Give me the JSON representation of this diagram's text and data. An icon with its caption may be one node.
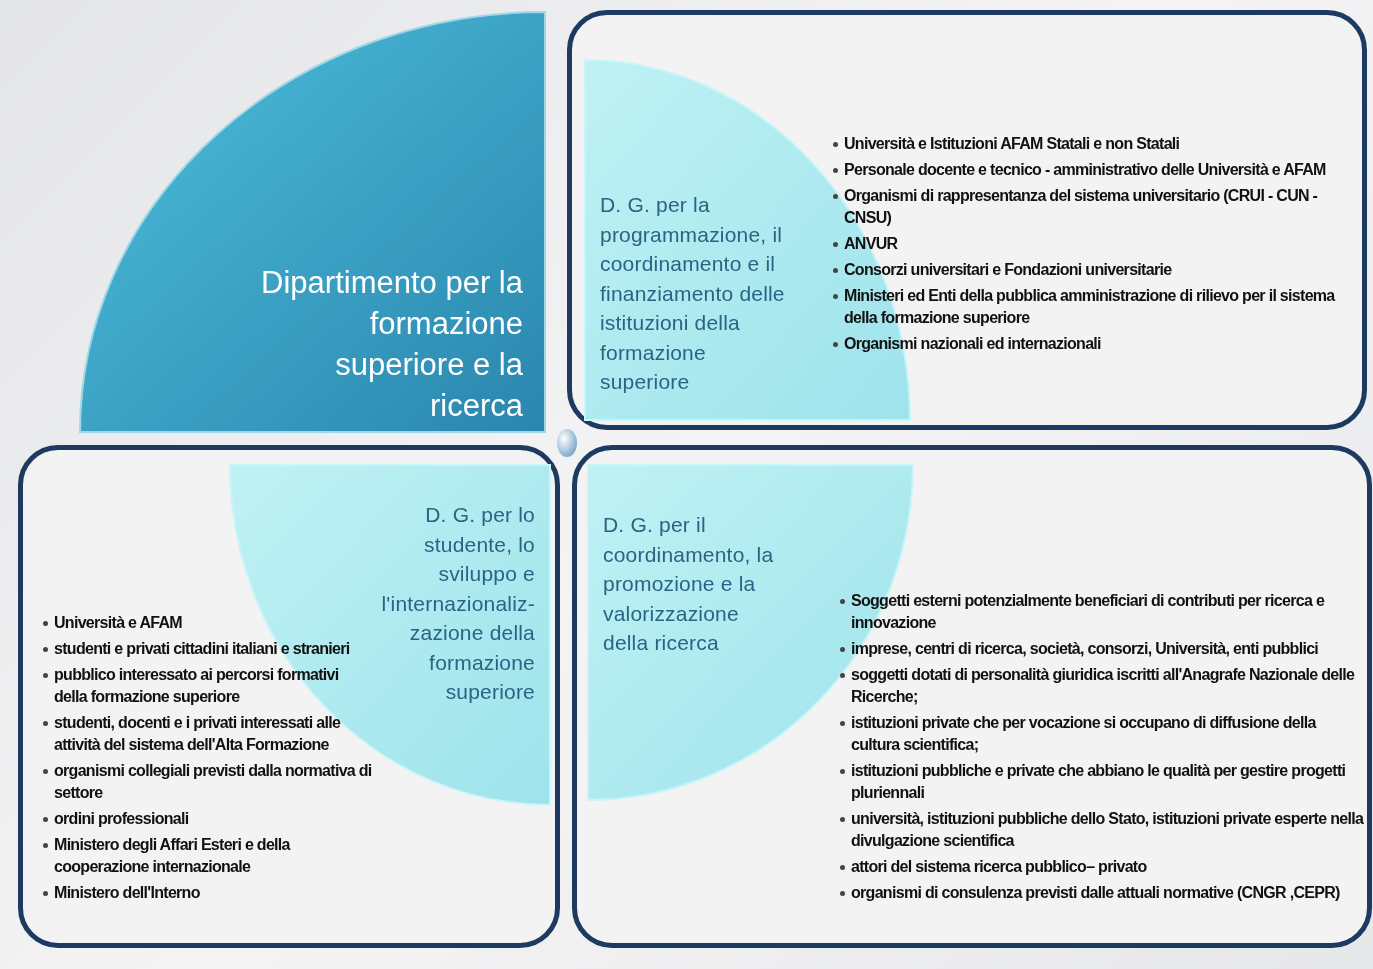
{
  "diagram": {
    "nodes": [
      {
        "text": [
          "Dipartimento per la formazione superiore e la ricerca"
        ]
      },
      {
        "text": [
          "Università e Istituzioni AFAM Statali e non Statali",
          "Personale docente e tecnico - amministrativo delle Università e AFAM",
          "Organismi di rappresentanza del sistema universitario (CRUI - CUN - CNSU)",
          "ANVUR",
          "Consorzi universitari e Fondazioni universitarie",
          "Ministeri ed Enti della pubblica amministrazione di rilievo per il sistema della formazione superiore",
          "Organismi nazionali ed internazionali"
        ]
      },
      {
        "text": [
          "D. G. per la programmazione, il coordinamento e il finanziamento delle istituzioni della formazione superiore"
        ],
        "in": 1
      },
      {
        "text": [
          "Università e AFAM",
          "studenti e privati cittadini italiani e stranieri",
          "pubblico interessato ai percorsi formativi della formazione superiore",
          "studenti, docenti e i privati interessati alle attività del sistema dell'Alta Formazione",
          "organismi collegiali  previsti dalla normativa di settore",
          "ordini professionali",
          "Ministero degli Affari Esteri e della cooperazione internazionale",
          "Ministero dell'Interno"
        ]
      },
      {
        "text": [
          "D. G. per lo studente, lo sviluppo e l'internazionaliz-zazione della formazione superiore"
        ],
        "in": 3
      },
      {
        "text": [
          "Soggetti esterni potenzialmente beneficiari di contributi  per ricerca e innovazione",
          "imprese, centri di ricerca, società, consorzi, Università, enti pubblici",
          "soggetti dotati di personalità giuridica iscritti all'Anagrafe Nazionale delle Ricerche;",
          "istituzioni private che per vocazione si occupano di diffusione della cultura scientifica;",
          "istituzioni pubbliche e private che abbiano le qualità per gestire progetti pluriennali",
          "università, istituzioni pubbliche dello Stato, istituzioni private esperte nella divulgazione scientifica",
          "attori del sistema ricerca pubblico– privato",
          "organismi di consulenza previsti dalle attuali normative (CNGR ,CEPR)"
        ]
      },
      {
        "text": [
          "D. G. per il coordinamento, la promozione e la valorizzazione della ricerca"
        ],
        "in": 5
      }
    ]
  }
}
